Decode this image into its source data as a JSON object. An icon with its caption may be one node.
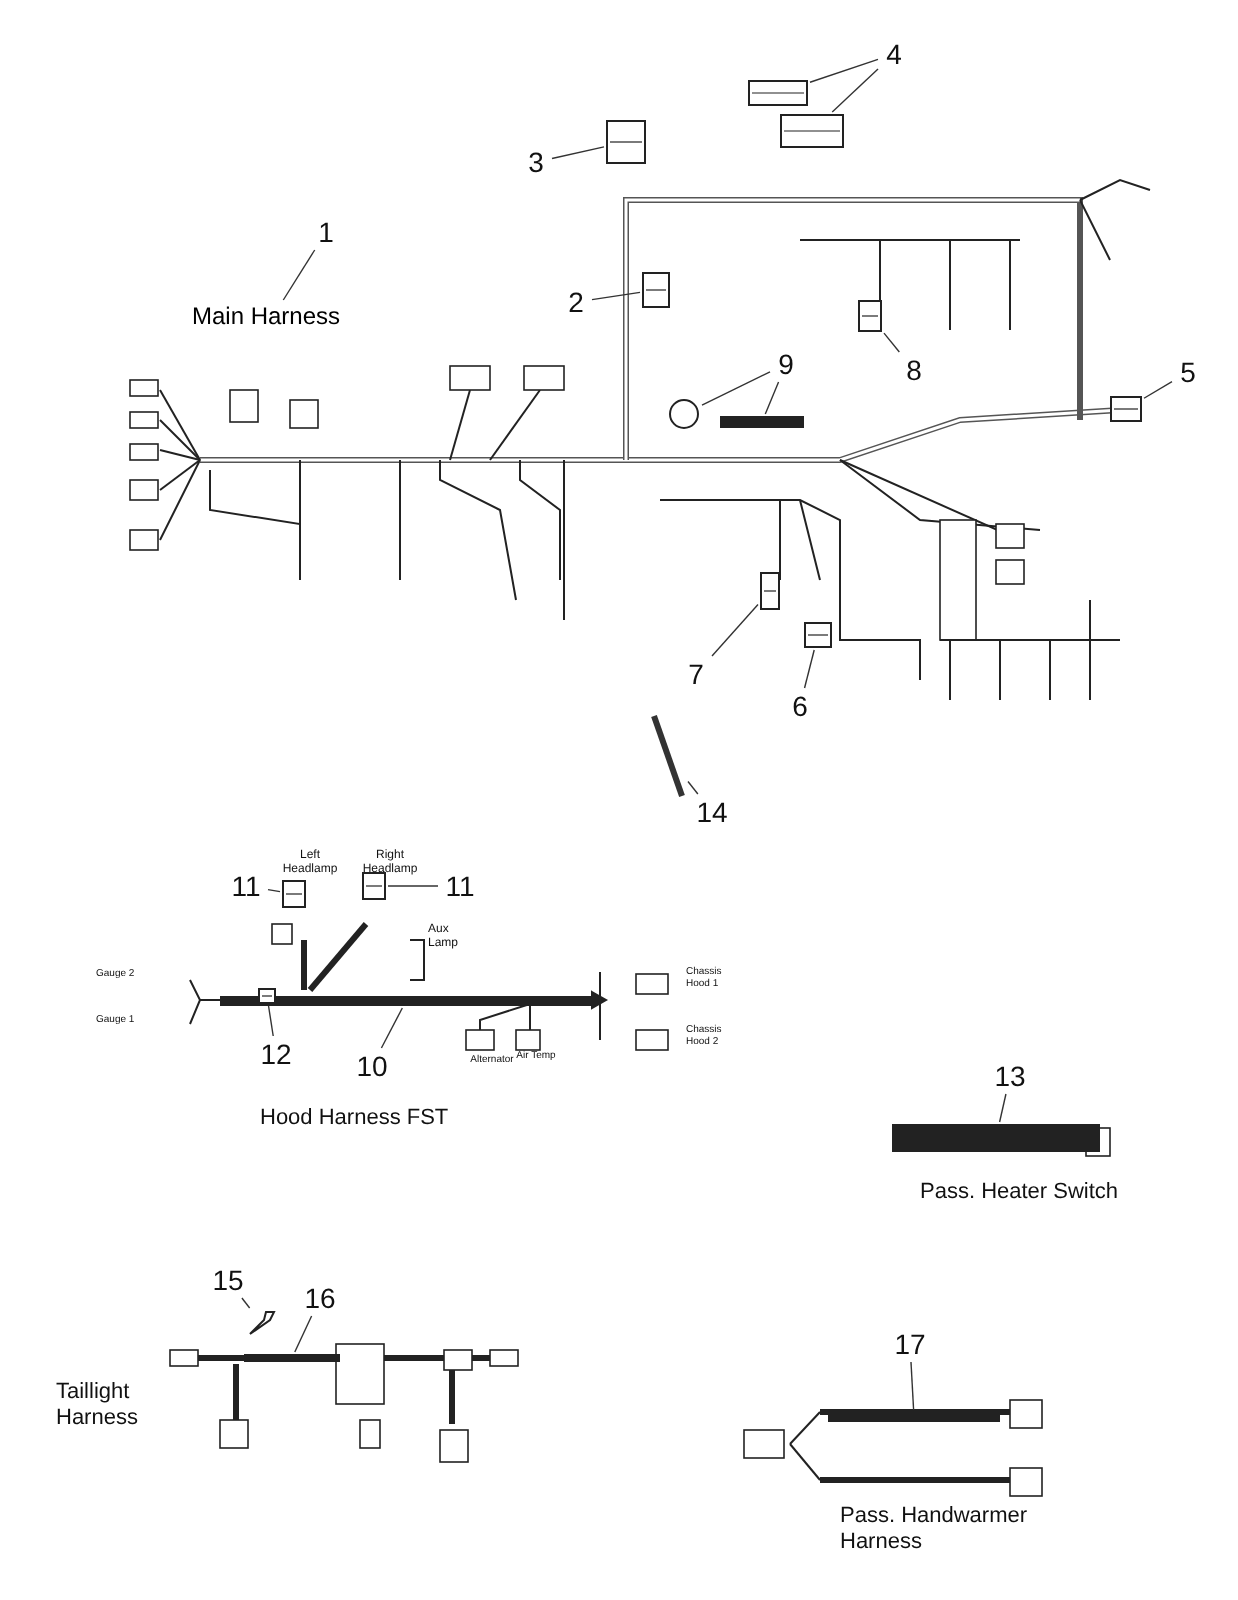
{
  "diagram": {
    "nodes": [
      {
        "text": [
          "1"
        ]
      },
      {
        "text": [
          "Main Harness"
        ]
      },
      {
        "text": [
          "2"
        ]
      },
      {
        "text": [],
        "shape": "picture"
      },
      {
        "text": [
          "3"
        ]
      },
      {
        "text": [],
        "shape": "picture"
      },
      {
        "text": [
          "4"
        ]
      },
      {
        "text": [],
        "shape": "picture"
      },
      {
        "text": [],
        "shape": "picture"
      },
      {
        "text": [
          "5"
        ]
      },
      {
        "text": [],
        "shape": "picture"
      },
      {
        "text": [
          "6"
        ]
      },
      {
        "text": [],
        "shape": "picture"
      },
      {
        "text": [
          "7"
        ]
      },
      {
        "text": [],
        "shape": "picture"
      },
      {
        "text": [
          "8"
        ]
      },
      {
        "text": [],
        "shape": "picture"
      },
      {
        "text": [
          "9"
        ]
      },
      {
        "text": [],
        "shape": "circle"
      },
      {
        "text": [],
        "shape": "bar"
      },
      {
        "text": [
          "10"
        ]
      },
      {
        "text": [],
        "shape": "bar"
      },
      {
        "text": [
          "11"
        ]
      },
      {
        "text": [],
        "shape": "picture"
      },
      {
        "text": [
          "11"
        ]
      },
      {
        "text": [],
        "shape": "picture"
      },
      {
        "text": [
          "12"
        ]
      },
      {
        "text": [],
        "shape": "picture"
      },
      {
        "text": [
          "13"
        ]
      },
      {
        "text": [],
        "shape": "bar"
      },
      {
        "text": [
          "14"
        ]
      },
      {
        "text": [],
        "shape": "picture"
      },
      {
        "text": [
          "15"
        ]
      },
      {
        "text": [],
        "shape": "picture"
      },
      {
        "text": [
          "16"
        ]
      },
      {
        "text": [],
        "shape": "bar"
      },
      {
        "text": [
          "17"
        ]
      },
      {
        "text": [],
        "shape": "bar"
      }
    ],
    "edges": [
      {
        "from": 0,
        "to": 1,
        "arrow": "none"
      },
      {
        "from": 2,
        "to": 3,
        "arrow": "none"
      },
      {
        "from": 4,
        "to": 5,
        "arrow": "none"
      },
      {
        "from": 6,
        "to": 7,
        "arrow": "none"
      },
      {
        "from": 6,
        "to": 8,
        "arrow": "none"
      },
      {
        "from": 9,
        "to": 10,
        "arrow": "none"
      },
      {
        "from": 11,
        "to": 12,
        "arrow": "none"
      },
      {
        "from": 13,
        "to": 14,
        "arrow": "none"
      },
      {
        "from": 15,
        "to": 16,
        "arrow": "none"
      },
      {
        "from": 17,
        "to": 18,
        "arrow": "none"
      },
      {
        "from": 17,
        "to": 19,
        "arrow": "none"
      },
      {
        "from": 20,
        "to": 21,
        "arrow": "none"
      },
      {
        "from": 22,
        "to": 23,
        "arrow": "none"
      },
      {
        "from": 24,
        "to": 25,
        "arrow": "none"
      },
      {
        "from": 26,
        "to": 27,
        "arrow": "none"
      },
      {
        "from": 28,
        "to": 29,
        "arrow": "none"
      },
      {
        "from": 30,
        "to": 31,
        "arrow": "none"
      },
      {
        "from": 32,
        "to": 33,
        "arrow": "none"
      },
      {
        "from": 34,
        "to": 35,
        "arrow": "none"
      },
      {
        "from": 36,
        "to": 37,
        "arrow": "none"
      }
    ],
    "labels": [
      "Left Headlamp",
      "Right Headlamp",
      "Aux Lamp",
      "Gauge 2",
      "Gauge 1",
      "Chassis Hood 1",
      "Chassis Hood 2",
      "Alternator",
      "Air Temp",
      "Hood Harness FST",
      "Pass. Heater Switch",
      "Taillight Harness",
      "Pass. Handwarmer Harness"
    ]
  }
}
